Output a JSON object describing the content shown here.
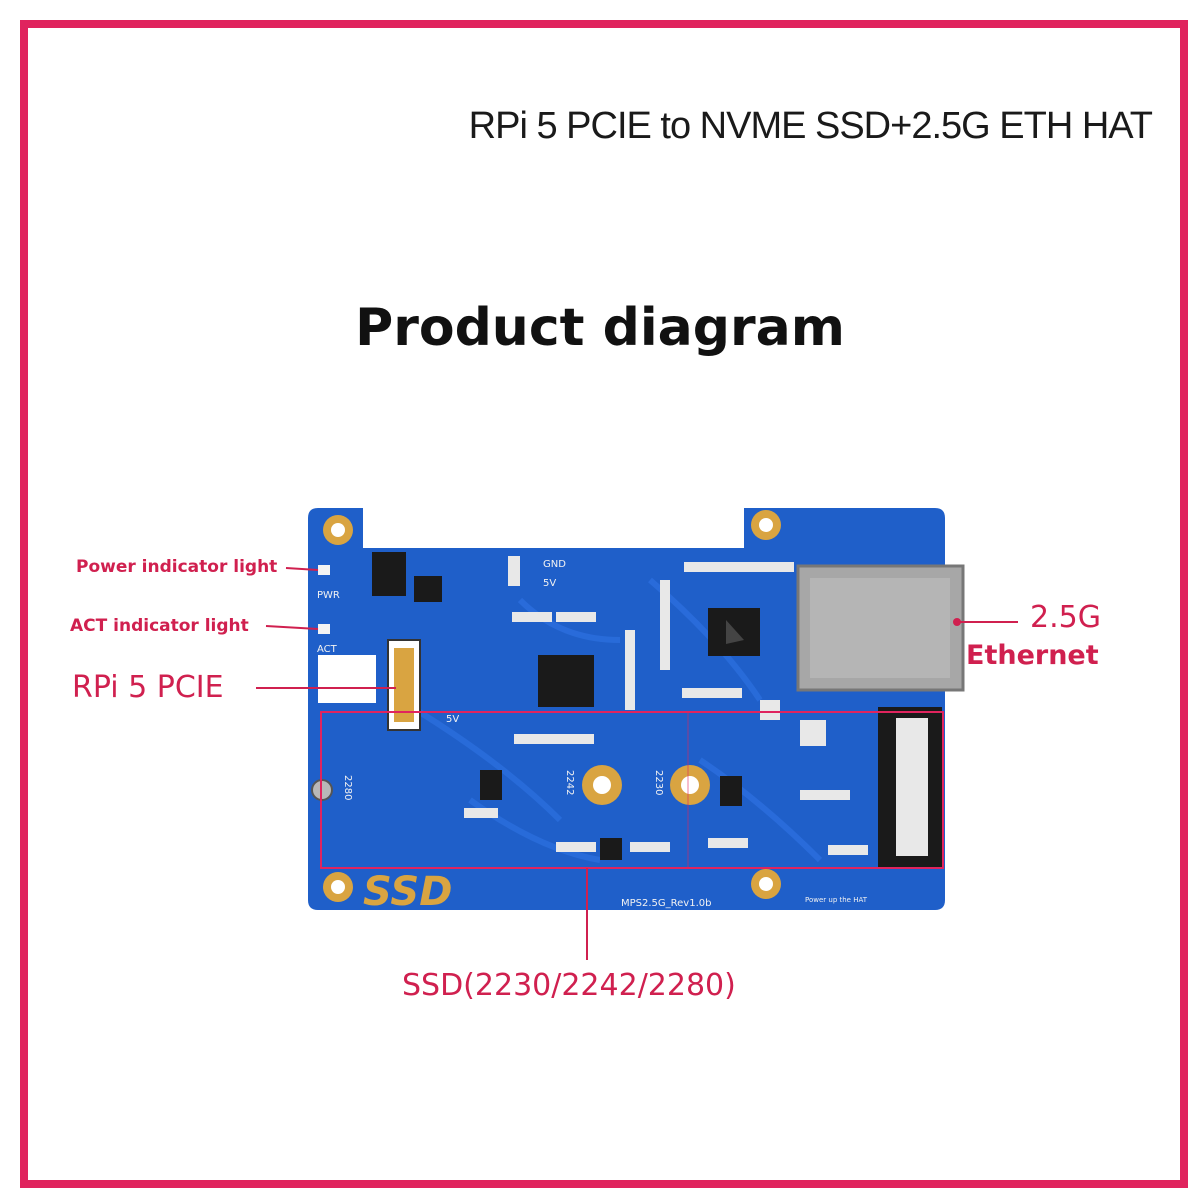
{
  "header": {
    "product_title": "RPi 5 PCIE to NVME SSD+2.5G ETH HAT",
    "heading": "Product diagram"
  },
  "callouts": {
    "power_indicator": "Power indicator light",
    "act_indicator": "ACT indicator light",
    "rpi_pcie": "RPi 5 PCIE",
    "eth_speed": "2.5G",
    "eth_label": "Ethernet",
    "ssd_sizes": "SSD(2230/2242/2280)"
  },
  "board_silkscreen": {
    "ssd": "SSD",
    "pwr": "PWR",
    "act": "ACT",
    "gnd": "GND",
    "v5": "5V",
    "v5b": "5V",
    "m2280": "2280",
    "m2242": "2242",
    "m2230": "2230",
    "rev": "MPS2.5G_Rev1.0b",
    "note": "Power up the HAT"
  },
  "colors": {
    "frame": "#e0245e",
    "accent": "#d0204f",
    "board": "#1f5fc9",
    "pad": "#d9a441"
  }
}
